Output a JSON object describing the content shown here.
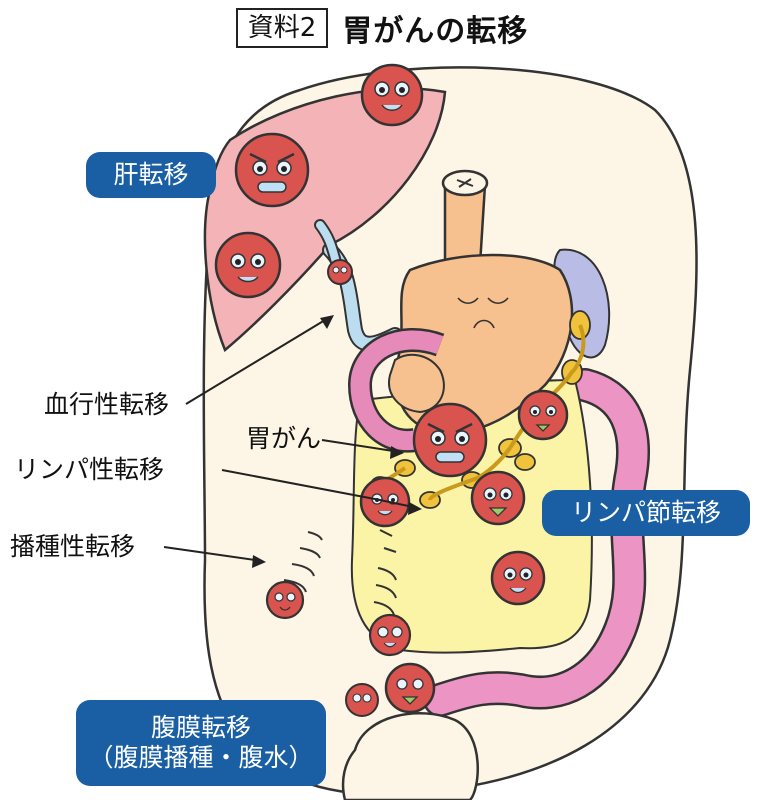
{
  "title": {
    "tag": "資料2",
    "text": "胃がんの転移"
  },
  "labels": {
    "hematogenous": "血行性転移",
    "gastric_cancer": "胃がん",
    "lymphatic": "リンパ性転移",
    "dissemination": "播種性転移"
  },
  "badges": {
    "liver": "肝転移",
    "lymph_node": "リンパ節転移",
    "peritoneal_line1": "腹膜転移",
    "peritoneal_line2": "（腹膜播種・腹水）"
  },
  "colors": {
    "badge": "#1a5fa3",
    "liver": "#f3b3b7",
    "stomach": "#f6c08f",
    "tumor": "#d9534f",
    "omentum": "#fbf3a6",
    "colon": "#ec94c4",
    "vessel": "#bcdcf0"
  }
}
